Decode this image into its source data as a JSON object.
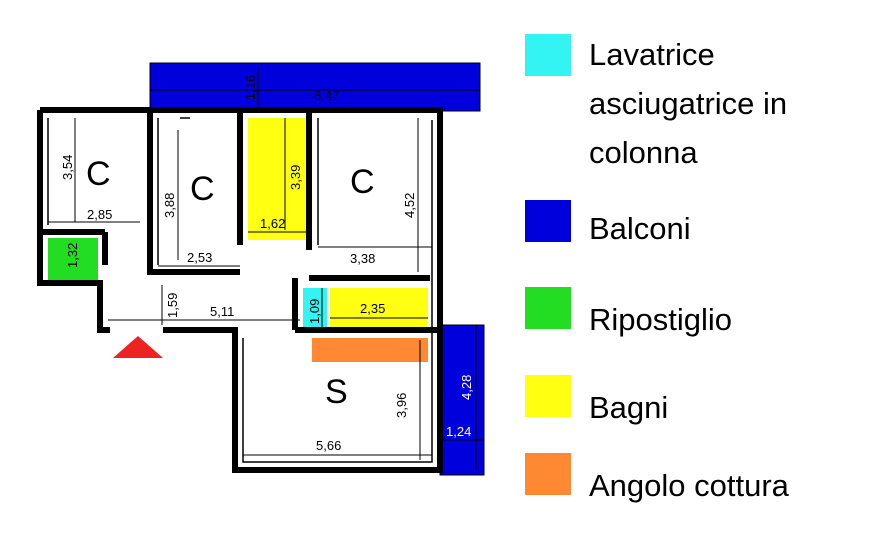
{
  "colors": {
    "washer": "#33f3f3",
    "balcony": "#0000dd",
    "storage": "#22dd22",
    "bath": "#ffff11",
    "kitchen": "#ff8833",
    "entrance": "#ee2222",
    "wall": "#000000"
  },
  "rooms": {
    "bedroom1": "C",
    "bedroom2": "C",
    "bedroom3": "C",
    "living": "S"
  },
  "dimensions": {
    "balcony_top_depth": "1,16",
    "balcony_top_length": "8,47",
    "bedroom1_height": "3,54",
    "bedroom1_width": "2,85",
    "storage_height": "1,32",
    "bedroom2_height": "3,88",
    "bedroom2_width": "2,53",
    "bath1_height": "3,39",
    "bath1_width": "1,62",
    "bedroom3_height": "4,52",
    "bedroom3_width": "3,38",
    "corridor_height": "1,59",
    "corridor_width": "5,11",
    "washer_height": "1,09",
    "bath2_width": "2,35",
    "living_height": "3,96",
    "living_width": "5,66",
    "balcony_right_length": "4,28",
    "balcony_right_depth": "1,24"
  },
  "legend": [
    {
      "label": "Lavatrice\nasciugatrice in\ncolonna",
      "color": "#33f3f3",
      "icon": "washer-swatch"
    },
    {
      "label": "Balconi",
      "color": "#0000dd",
      "icon": "balcony-swatch"
    },
    {
      "label": "Ripostiglio",
      "color": "#22dd22",
      "icon": "storage-swatch"
    },
    {
      "label": "Bagni",
      "color": "#ffff11",
      "icon": "bath-swatch"
    },
    {
      "label": "Angolo cottura",
      "color": "#ff8833",
      "icon": "kitchen-swatch"
    }
  ]
}
